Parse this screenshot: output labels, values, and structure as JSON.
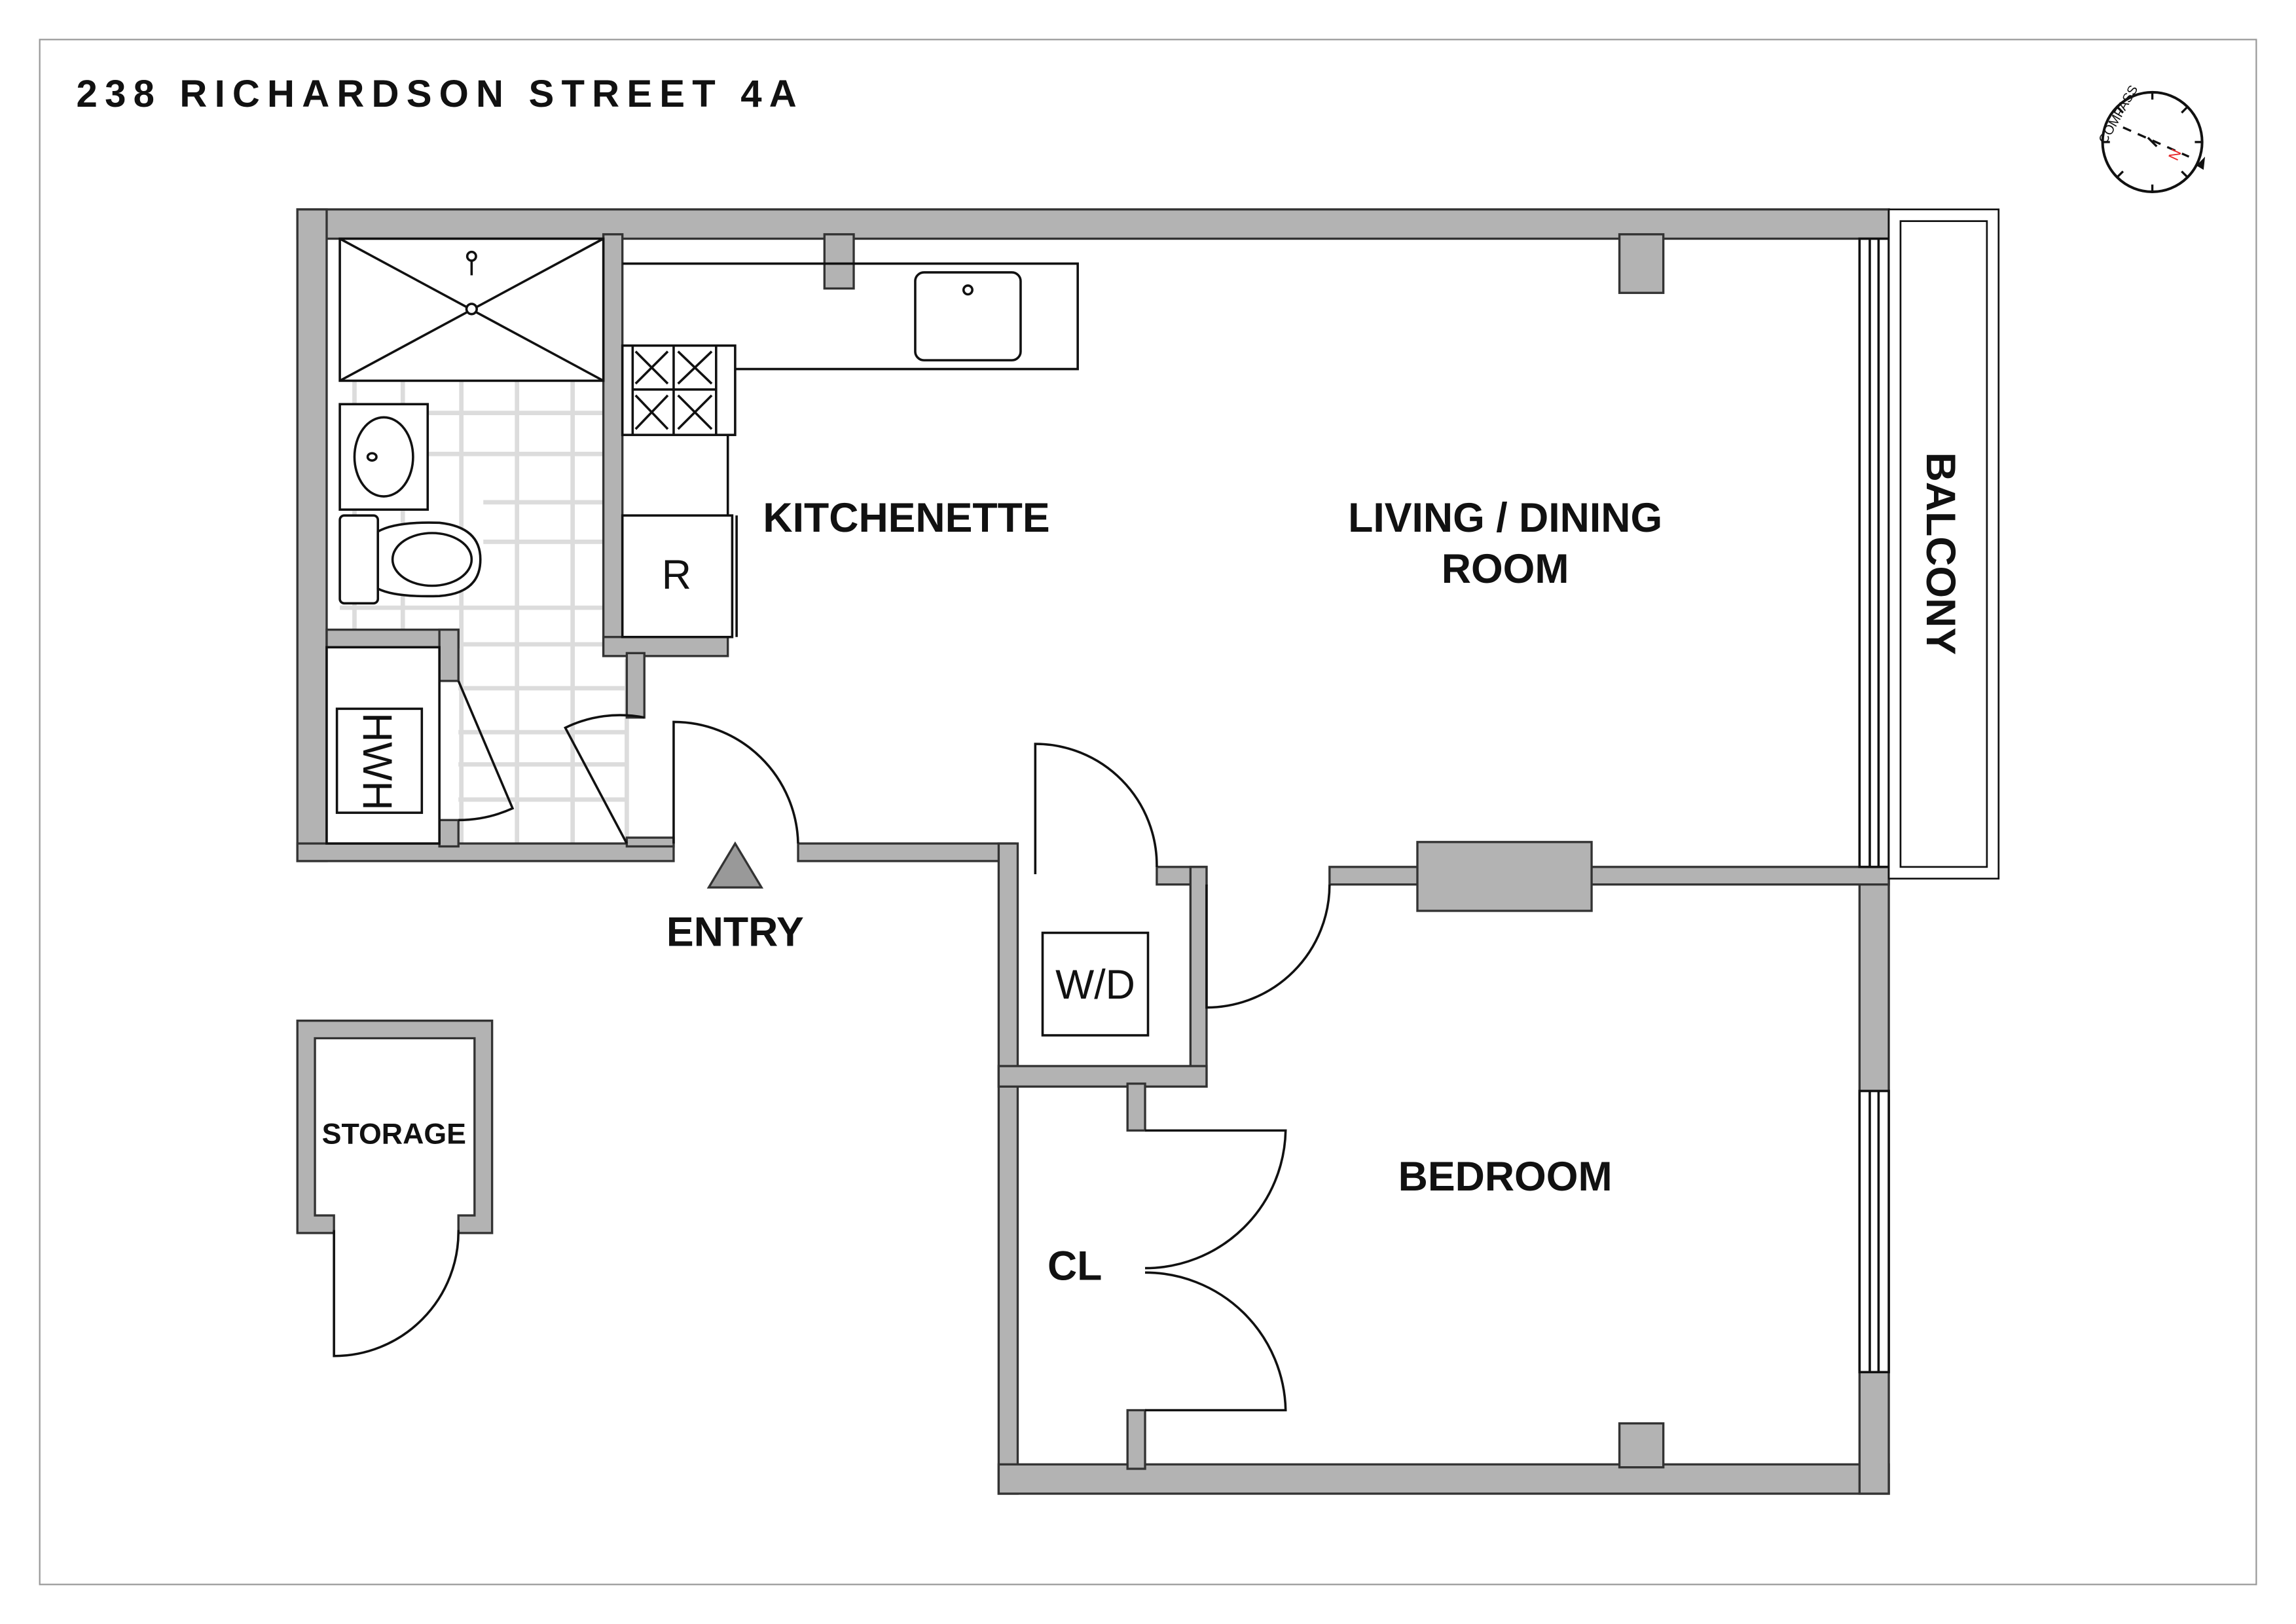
{
  "title": "238 RICHARDSON STREET 4A",
  "rooms": {
    "kitchenette": "KITCHENETTE",
    "living_line1": "LIVING / DINING",
    "living_line2": "ROOM",
    "balcony": "BALCONY",
    "entry": "ENTRY",
    "bedroom": "BEDROOM",
    "closet": "CL",
    "storage": "STORAGE"
  },
  "fixtures": {
    "refrigerator": "R",
    "washer_dryer": "W/D",
    "hot_water_heater": "HWH"
  },
  "compass": {
    "label": "COMPASS",
    "north": "N",
    "north_color": "#e8262a"
  },
  "colors": {
    "wall": "#b3b3b3",
    "tile": "#dcdcdc"
  }
}
